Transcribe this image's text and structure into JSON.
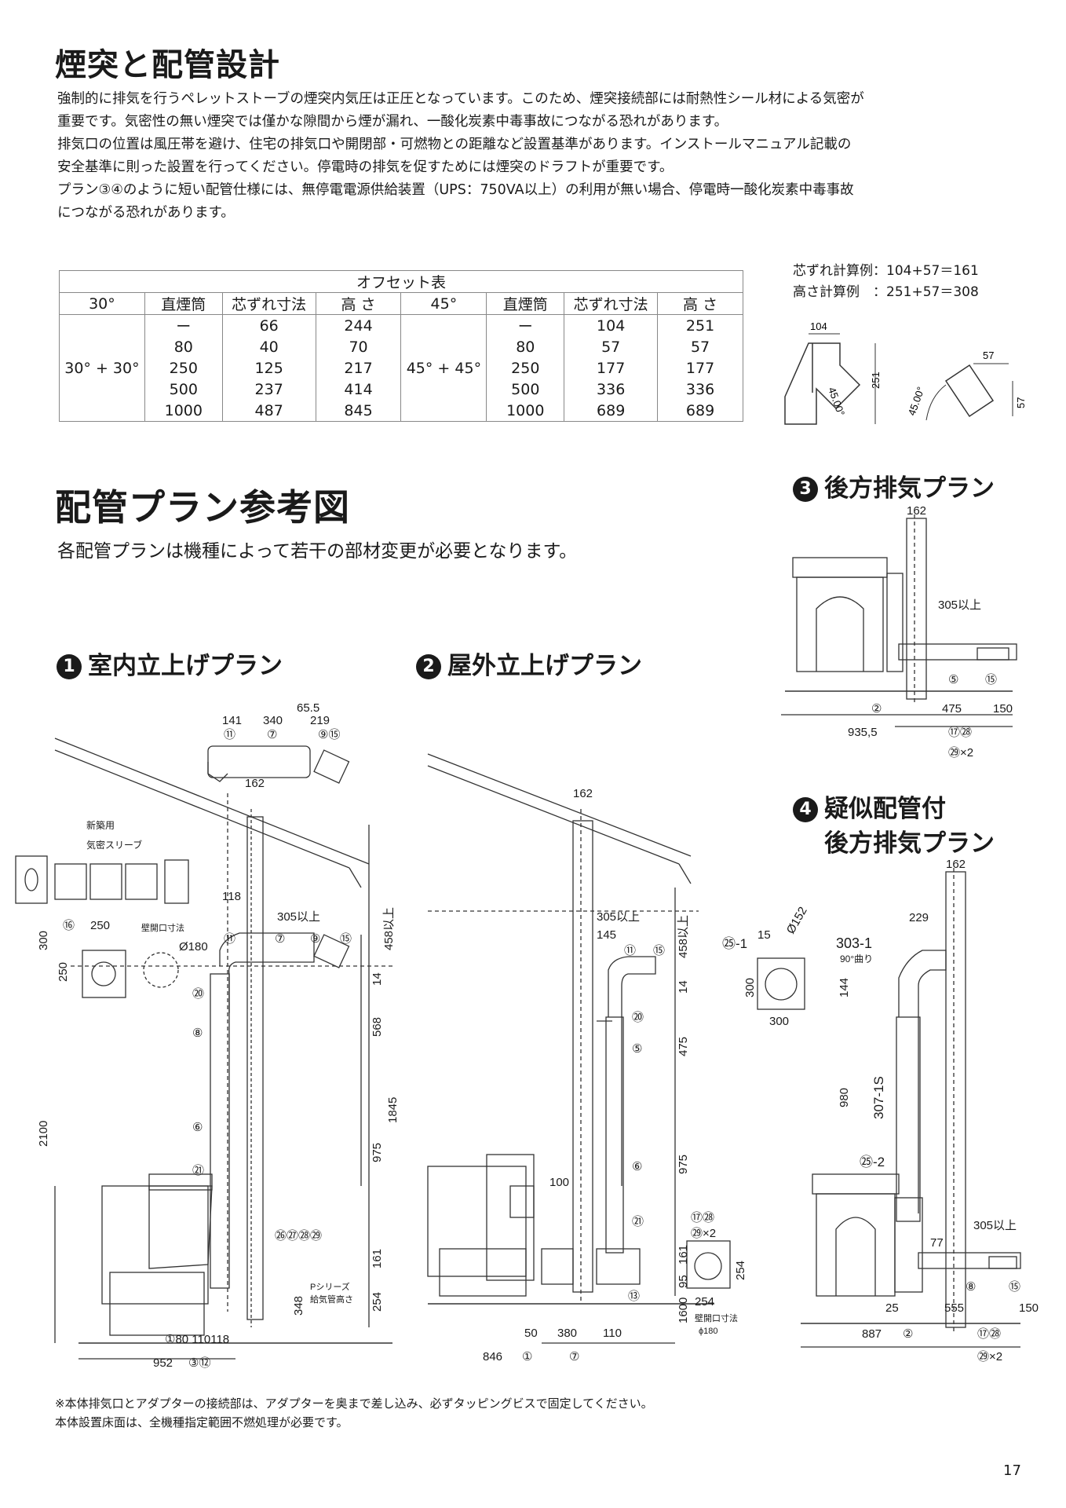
{
  "section1": {
    "title": "煙突と配管設計",
    "paragraphs": [
      "強制的に排気を行うペレットストーブの煙突内気圧は正圧となっています。このため、煙突接続部には耐熱性シール材による気密が",
      "重要です。気密性の無い煙突では僅かな隙間から煙が漏れ、一酸化炭素中毒事故につながる恐れがあります。",
      "排気口の位置は風圧帯を避け、住宅の排気口や開閉部・可燃物との距離など設置基準があります。インストールマニュアル記載の",
      "安全基準に則った設置を行ってください。停電時の排気を促すためには煙突のドラフトが重要です。",
      "プラン③④のように短い配管仕様には、無停電電源供給装置（UPS：750VA以上）の利用が無い場合、停電時一酸化炭素中毒事故",
      "につながる恐れがあります。"
    ]
  },
  "offset_table": {
    "title": "オフセット表",
    "headers": [
      "30°",
      "直煙筒",
      "芯ずれ寸法",
      "高 さ",
      "45°",
      "直煙筒",
      "芯ずれ寸法",
      "高 さ"
    ],
    "group_30": "30° + 30°",
    "group_45": "45° + 45°",
    "rows": [
      [
        "ー",
        "66",
        "244",
        "ー",
        "104",
        "251"
      ],
      [
        "80",
        "40",
        "70",
        "80",
        "57",
        "57"
      ],
      [
        "250",
        "125",
        "217",
        "250",
        "177",
        "177"
      ],
      [
        "500",
        "237",
        "414",
        "500",
        "336",
        "336"
      ],
      [
        "1000",
        "487",
        "845",
        "1000",
        "689",
        "689"
      ]
    ]
  },
  "calc": {
    "line1": "芯ずれ計算例：104+57＝161",
    "line2": "高さ計算例　：251+57＝308"
  },
  "elbow_dims": {
    "w104": "104",
    "h251": "251",
    "angle1": "45.00°",
    "w57": "57",
    "h57": "57",
    "angle2": "45.00°"
  },
  "section2": {
    "title": "配管プラン参考図",
    "subtitle": "各配管プランは機種によって若干の部材変更が必要となります。"
  },
  "plans": {
    "p1": {
      "num": "1",
      "title": "室内立上げプラン"
    },
    "p2": {
      "num": "2",
      "title": "屋外立上げプラン"
    },
    "p3": {
      "num": "3",
      "title": "後方排気プラン"
    },
    "p4": {
      "num": "4",
      "title_line1": "疑似配管付",
      "title_line2": "後方排気プラン"
    }
  },
  "plan1_labels": {
    "d141": "141",
    "d340": "340",
    "d65": "65.5",
    "d219": "219",
    "c11": "⑪",
    "c7": "⑦",
    "c9_15": "⑨⑮",
    "d162": "162",
    "sleeve1": "新築用",
    "sleeve2": "気密スリーブ",
    "d118": "118",
    "d305": "305以上",
    "d458": "458以上",
    "c16": "⑯",
    "d250": "250",
    "wall_open": "壁開口寸法",
    "d300": "300",
    "d250v": "250",
    "phi180": "Ø180",
    "c11b": "⑪",
    "c7b": "⑦",
    "c9b": "⑨",
    "c15b": "⑮",
    "c20": "⑳",
    "c8": "⑧",
    "c6": "⑥",
    "c21": "㉑",
    "d14": "14",
    "d568": "568",
    "d1845": "1845",
    "d975": "975",
    "d2100": "2100",
    "c26_29": "㉖㉗㉘㉙",
    "d161": "161",
    "d254": "254",
    "d348": "348",
    "pseries1": "Pシリーズ",
    "pseries2": "給気管高さ",
    "bottom1": "①80 110118",
    "d952": "952",
    "c3_12": "③⑫"
  },
  "plan2_labels": {
    "d162": "162",
    "d305": "305以上",
    "d458": "458以上",
    "d145": "145",
    "c11": "⑪",
    "c15": "⑮",
    "d14": "14",
    "c20": "⑳",
    "c5": "⑤",
    "d475": "475",
    "c6": "⑥",
    "d975": "975",
    "d100": "100",
    "c21": "㉑",
    "d161": "161",
    "d95": "95",
    "d1600": "1600",
    "c13": "⑬",
    "d50": "50",
    "d380": "380",
    "d110": "110",
    "d846": "846",
    "c1": "①",
    "c7": "⑦",
    "c17_28": "⑰㉘",
    "c29x2": "㉙×2",
    "d254v": "254",
    "d254h": "254",
    "wall_open": "壁開口寸法",
    "phi180": "ϕ180"
  },
  "plan3_labels": {
    "d162": "162",
    "d305": "305以上",
    "c5": "⑤",
    "c15": "⑮",
    "c2": "②",
    "d475": "475",
    "d150": "150",
    "d935": "935,5",
    "c17_28": "⑰㉘",
    "c29x2": "㉙×2"
  },
  "plan4_labels": {
    "d162": "162",
    "c25_1": "㉕-1",
    "d15": "15",
    "phi152": "Ø152",
    "d229": "229",
    "part303": "303-1",
    "bend90": "90°曲り",
    "d300v": "300",
    "d300h": "300",
    "d144": "144",
    "d980": "980",
    "part307": "307-1S",
    "c25_2": "㉕-2",
    "d77": "77",
    "d305": "305以上",
    "c8": "⑧",
    "c15": "⑮",
    "d25": "25",
    "d555": "555",
    "d150": "150",
    "d887": "887",
    "c2": "②",
    "c17_28": "⑰㉘",
    "c29x2": "㉙×2"
  },
  "notes": {
    "line1": "※本体排気口とアダプターの接続部は、アダプターを奥まで差し込み、必ずタッピングビスで固定してください。",
    "line2": "本体設置床面は、全機種指定範囲不燃処理が必要です。"
  },
  "page_number": "17"
}
